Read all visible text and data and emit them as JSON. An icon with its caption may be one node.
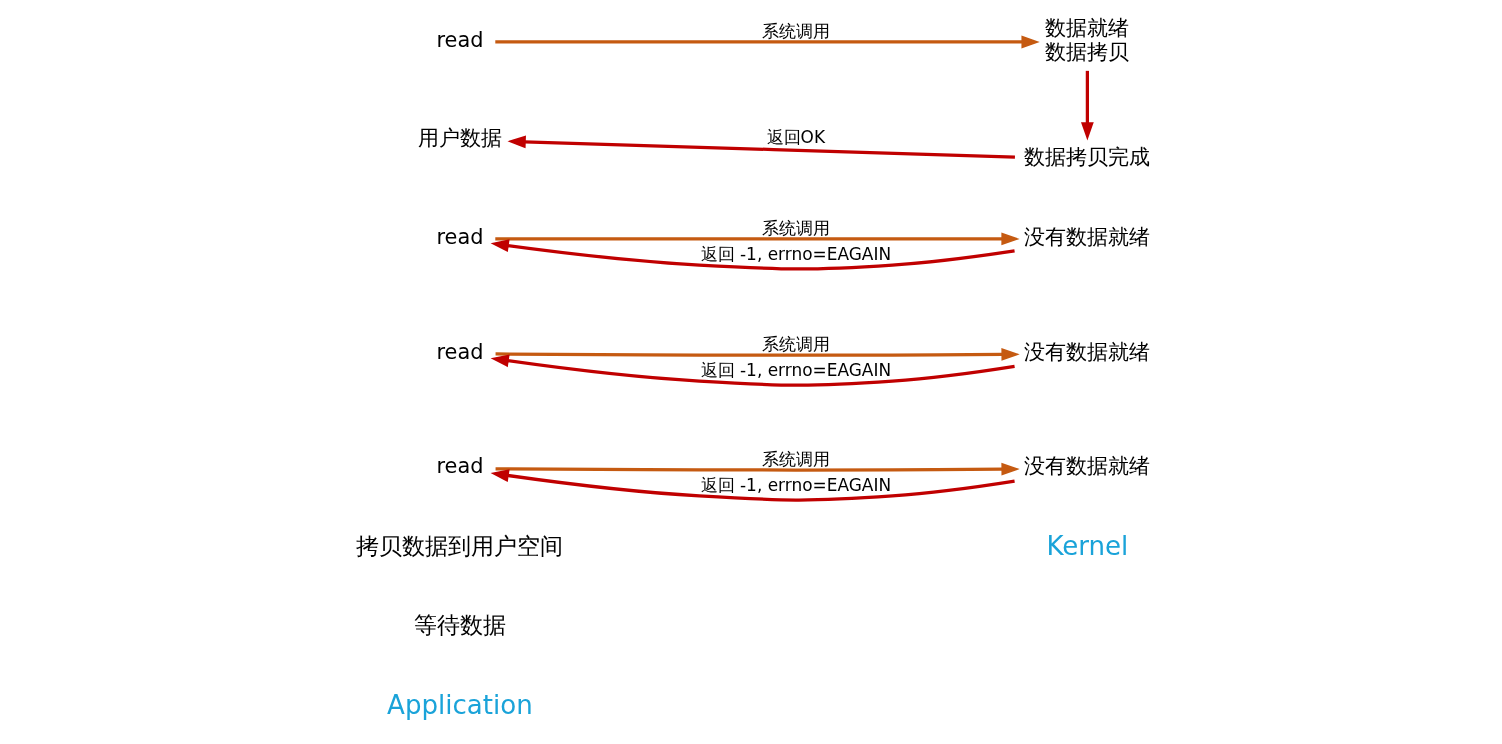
{
  "diagram": {
    "nodes": [
      {
        "text": [
          "read"
        ]
      },
      {
        "text": [
          "没有数据就绪"
        ]
      },
      {
        "text": [
          "read"
        ]
      },
      {
        "text": [
          "没有数据就绪"
        ]
      },
      {
        "text": [
          "read"
        ]
      },
      {
        "text": [
          "没有数据就绪"
        ]
      },
      {
        "text": [
          "read"
        ]
      },
      {
        "text": [
          "数据就绪",
          "数据拷贝"
        ]
      },
      {
        "text": [
          "数据拷贝完成"
        ]
      },
      {
        "text": [
          "用户数据"
        ]
      }
    ],
    "edges": [
      {
        "from": 0,
        "to": 1,
        "arrow": "to",
        "label": "系统调用",
        "color": "#c55a11"
      },
      {
        "from": 1,
        "to": 0,
        "arrow": "to",
        "label": "返回 -1, errno=EAGAIN"
      },
      {
        "from": 2,
        "to": 3,
        "arrow": "to",
        "label": "系统调用",
        "color": "#c55a11"
      },
      {
        "from": 3,
        "to": 2,
        "arrow": "to",
        "label": "返回 -1, errno=EAGAIN"
      },
      {
        "from": 4,
        "to": 5,
        "arrow": "to",
        "label": "系统调用",
        "color": "#c55a11"
      },
      {
        "from": 5,
        "to": 4,
        "arrow": "to",
        "label": "返回 -1, errno=EAGAIN"
      },
      {
        "from": 6,
        "to": 7,
        "arrow": "to",
        "label": "系统调用",
        "color": "#c55a11"
      },
      {
        "from": 7,
        "to": 8,
        "arrow": "to"
      },
      {
        "from": 8,
        "to": 9,
        "arrow": "to",
        "label": "返回OK"
      }
    ],
    "labels": [
      "Application",
      "Kernel",
      "等待数据",
      "拷贝数据到用户空间"
    ]
  }
}
